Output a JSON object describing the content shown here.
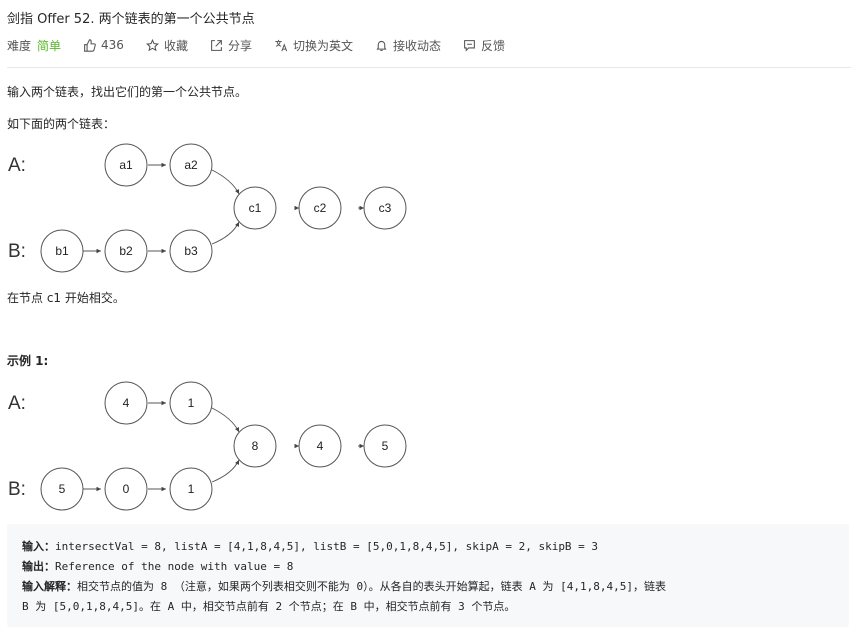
{
  "header": {
    "title": "剑指 Offer 52. 两个链表的第一个公共节点",
    "difficulty_label": "难度",
    "difficulty_value": "简单",
    "likes": "436",
    "favorite": "收藏",
    "share": "分享",
    "translate": "切换为英文",
    "subscribe": "接收动态",
    "feedback": "反馈"
  },
  "colors": {
    "easy": "#5ab726",
    "text": "#262626",
    "code_bg": "#f7f8fa"
  },
  "content": {
    "intro": "输入两个链表，找出它们的第一个公共节点。",
    "below": "如下面的两个链表：",
    "diagram1": {
      "label_a": "A:",
      "label_b": "B:",
      "a": [
        "a1",
        "a2"
      ],
      "b": [
        "b1",
        "b2",
        "b3"
      ],
      "common": [
        "c1",
        "c2",
        "c3"
      ]
    },
    "intersect_note": "在节点 c1 开始相交。",
    "example_title": "示例 1:",
    "diagram2": {
      "label_a": "A:",
      "label_b": "B:",
      "a": [
        "4",
        "1"
      ],
      "b": [
        "5",
        "0",
        "1"
      ],
      "common": [
        "8",
        "4",
        "5"
      ]
    },
    "example": {
      "input_key": "输入：",
      "input_val": "intersectVal = 8, listA = [4,1,8,4,5], listB = [5,0,1,8,4,5], skipA = 2, skipB = 3",
      "output_key": "输出：",
      "output_val": "Reference of the node with value = 8",
      "explain_key": "输入解释：",
      "explain_val": "相交节点的值为 8 （注意，如果两个列表相交则不能为 0）。从各自的表头开始算起，链表 A 为 [4,1,8,4,5]，链表",
      "explain_val2": "B 为 [5,0,1,8,4,5]。在 A 中，相交节点前有 2 个节点；在 B 中，相交节点前有 3 个节点。"
    }
  }
}
